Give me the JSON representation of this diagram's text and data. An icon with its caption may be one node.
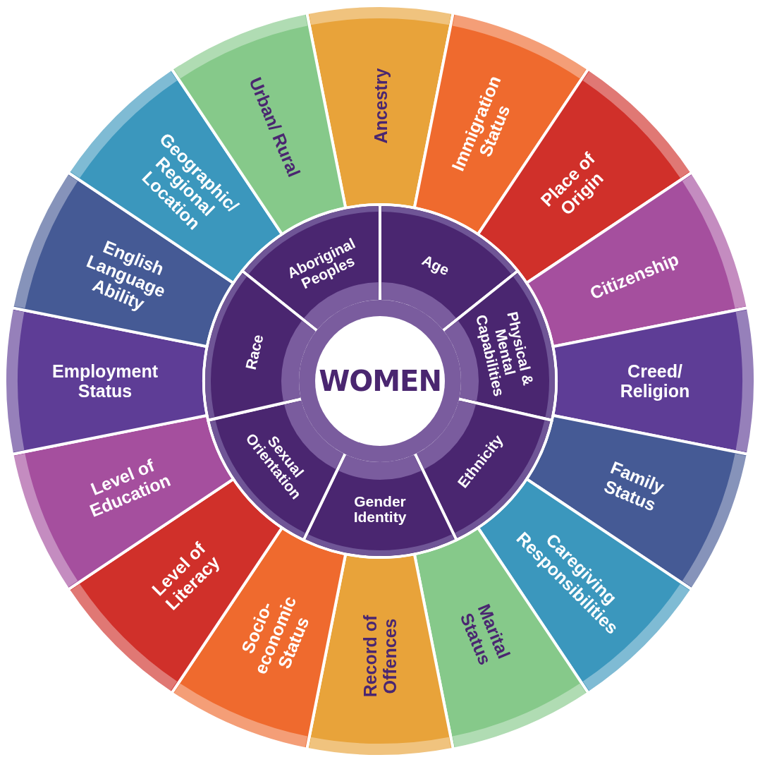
{
  "diagram": {
    "nodes": [
      {
        "text": [
          "WOMEN"
        ]
      },
      {
        "text": [
          "Aboriginal Peoples"
        ]
      },
      {
        "text": [
          "Age"
        ]
      },
      {
        "text": [
          "Physical & Mental Capabilities"
        ]
      },
      {
        "text": [
          "Ethnicity"
        ]
      },
      {
        "text": [
          "Gender Identity"
        ]
      },
      {
        "text": [
          "Sexual Orientation"
        ]
      },
      {
        "text": [
          "Race"
        ]
      },
      {
        "text": [
          "Ancestry"
        ]
      },
      {
        "text": [
          "Immigration Status"
        ]
      },
      {
        "text": [
          "Place of Origin"
        ]
      },
      {
        "text": [
          "Citizenship"
        ]
      },
      {
        "text": [
          "Creed/ Religion"
        ]
      },
      {
        "text": [
          "Family Status"
        ]
      },
      {
        "text": [
          "Caregiving Responsibilities"
        ]
      },
      {
        "text": [
          "Marital Status"
        ]
      },
      {
        "text": [
          "Record of Offences"
        ]
      },
      {
        "text": [
          "Socio- economic Status"
        ]
      },
      {
        "text": [
          "Level of Literacy"
        ]
      },
      {
        "text": [
          "Level of Education"
        ]
      },
      {
        "text": [
          "Employment Status"
        ]
      },
      {
        "text": [
          "English Language Ability"
        ]
      },
      {
        "text": [
          "Geographic/ Regional Location"
        ]
      },
      {
        "text": [
          "Urban/ Rural"
        ]
      }
    ]
  }
}
